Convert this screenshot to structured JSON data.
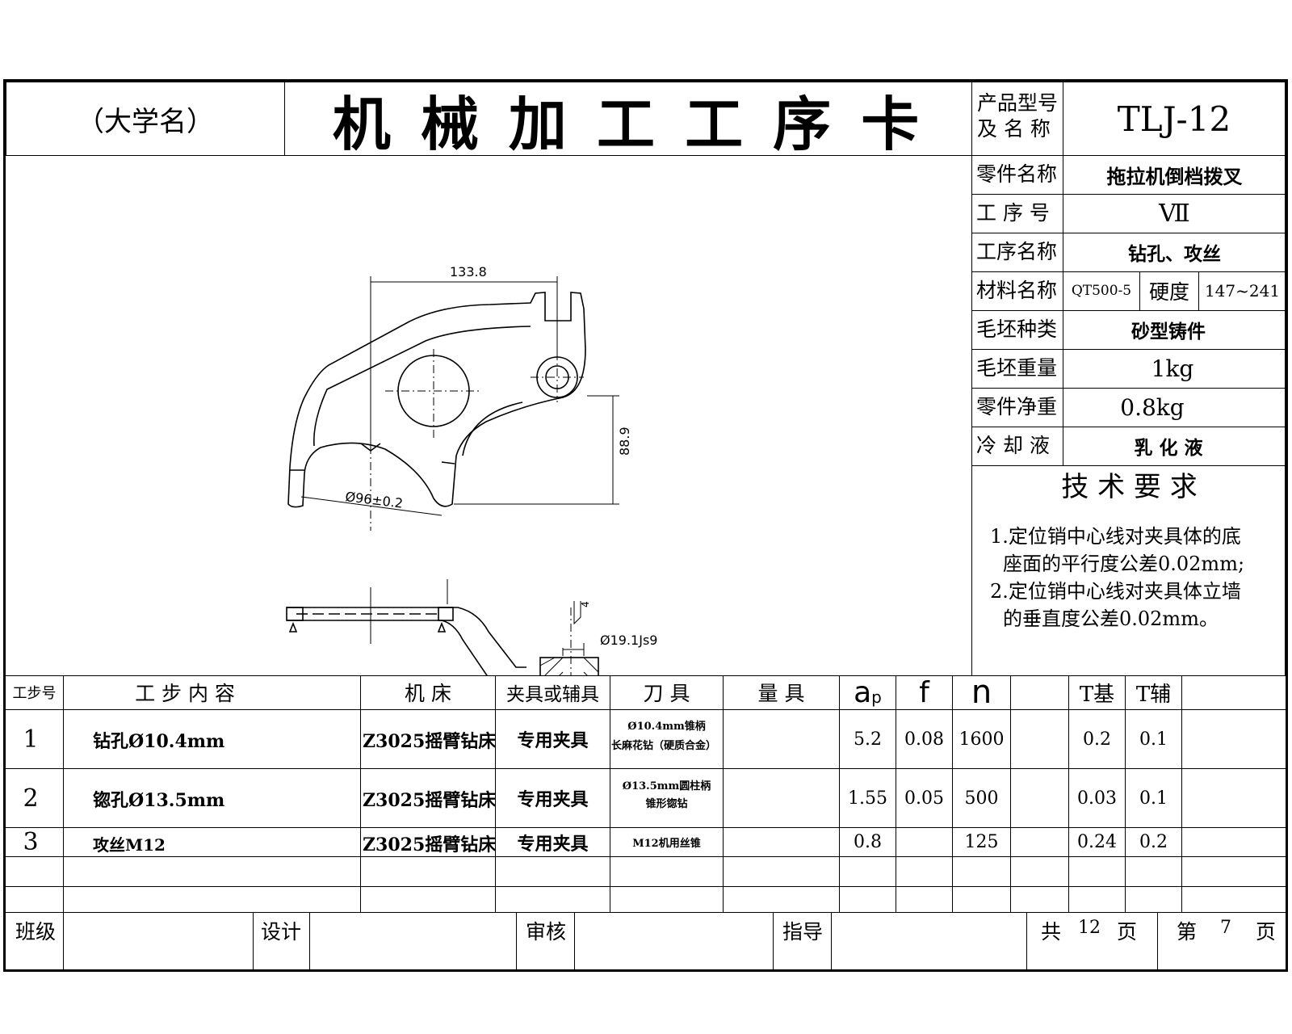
{
  "header": {
    "university": "（大学名）",
    "title": "机 械 加 工 工 序 卡",
    "product_label_1": "产品型号",
    "product_label_2": "及 名 称",
    "product_value": "TLJ-12"
  },
  "info": {
    "part_name_label": "零件名称",
    "part_name_value": "拖拉机倒档拨叉",
    "op_no_label": "工 序 号",
    "op_no_value": "Ⅶ",
    "op_name_label": "工序名称",
    "op_name_value": "钻孔、攻丝",
    "material_label": "材料名称",
    "material_value": "QT500-5",
    "hardness_label": "硬度",
    "hardness_value": "147~241",
    "blank_type_label": "毛坯种类",
    "blank_type_value": "砂型铸件",
    "blank_weight_label": "毛坯重量",
    "blank_weight_value": "1kg",
    "net_weight_label": "零件净重",
    "net_weight_value": "0.8kg",
    "coolant_label": "冷 却 液",
    "coolant_value": "乳 化 液"
  },
  "tech_req": {
    "heading": "技 术 要 求",
    "lines": [
      "1.定位销中心线对夹具体的底",
      "座面的平行度公差0.02mm;",
      "2.定位销中心线对夹具体立墙",
      "的垂直度公差0.02mm。"
    ]
  },
  "drawing": {
    "dim_width": "133.8",
    "dim_height": "88.9",
    "dim_dia": "Ø96±0.2",
    "dim_bore": "Ø19.1Js9",
    "dim_small": "4"
  },
  "table": {
    "headers": {
      "step": "工步号",
      "content": "工 步 内 容",
      "machine": "机 床",
      "fixture": "夹具或辅具",
      "tool": "刀 具",
      "gauge": "量 具",
      "ap": "a",
      "ap_sub": "p",
      "f": "f",
      "n": "n",
      "tb": "T基",
      "tf": "T辅"
    },
    "rows": [
      {
        "step": "1",
        "content": "钻孔Ø10.4mm",
        "machine": "Z3025摇臂钻床",
        "fixture": "专用夹具",
        "tool1": "Ø10.4mm锥柄",
        "tool2": "长麻花钻（硬质合金）",
        "ap": "5.2",
        "f": "0.08",
        "n": "1600",
        "tb": "0.2",
        "tf": "0.1"
      },
      {
        "step": "2",
        "content": "锪孔Ø13.5mm",
        "machine": "Z3025摇臂钻床",
        "fixture": "专用夹具",
        "tool1": "Ø13.5mm圆柱柄",
        "tool2": "锥形锪钻",
        "ap": "1.55",
        "f": "0.05",
        "n": "500",
        "tb": "0.03",
        "tf": "0.1"
      },
      {
        "step": "3",
        "content": "攻丝M12",
        "machine": "Z3025摇臂钻床",
        "fixture": "专用夹具",
        "tool1": "M12机用丝锥",
        "tool2": "",
        "ap": "0.8",
        "f": "",
        "n": "125",
        "tb": "0.24",
        "tf": "0.2"
      }
    ]
  },
  "footer": {
    "class_label": "班级",
    "design_label": "设计",
    "review_label": "审核",
    "guide_label": "指导",
    "total_prefix": "共",
    "total_pages": "12",
    "page_unit": "页",
    "page_prefix": "第",
    "page_no": "7",
    "page_unit2": "页"
  }
}
